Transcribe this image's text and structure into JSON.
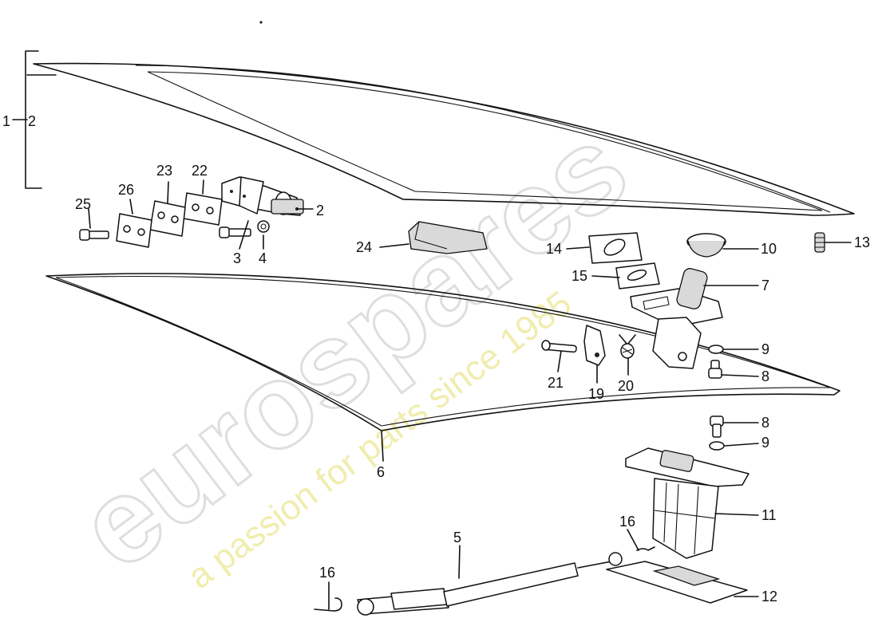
{
  "diagram": {
    "watermark": {
      "brand": "eurospares",
      "tagline": "a passion for parts since 1985"
    },
    "labels": {
      "p1": "1",
      "p2a": "2",
      "p2b": "2",
      "p3": "3",
      "p4": "4",
      "p5": "5",
      "p6": "6",
      "p7": "7",
      "p8a": "8",
      "p8b": "8",
      "p9a": "9",
      "p9b": "9",
      "p10": "10",
      "p11": "11",
      "p12": "12",
      "p13": "13",
      "p14": "14",
      "p15": "15",
      "p16a": "16",
      "p16b": "16",
      "p19": "19",
      "p20": "20",
      "p21": "21",
      "p22": "22",
      "p23": "23",
      "p24": "24",
      "p25": "25",
      "p26": "26"
    }
  }
}
